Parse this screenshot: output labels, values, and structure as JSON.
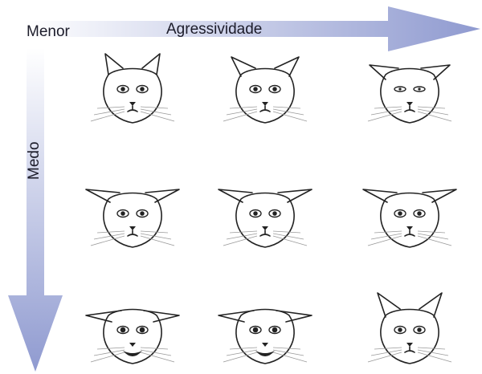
{
  "diagram": {
    "corner_label": "Menor",
    "x_axis_label": "Agressividade",
    "y_axis_label": "Medo",
    "arrow_color": "#8f9ad0",
    "grid": {
      "columns": 3,
      "rows": 3,
      "cells": [
        {
          "row": 1,
          "col": 1,
          "ears": "upright",
          "eyes": "relaxed",
          "mouth": "closed"
        },
        {
          "row": 1,
          "col": 2,
          "ears": "slightly-turned",
          "eyes": "alert",
          "mouth": "closed"
        },
        {
          "row": 1,
          "col": 3,
          "ears": "sideways",
          "eyes": "narrowed",
          "mouth": "closed"
        },
        {
          "row": 2,
          "col": 1,
          "ears": "half-flattened",
          "eyes": "wide",
          "mouth": "closed"
        },
        {
          "row": 2,
          "col": 2,
          "ears": "half-flattened",
          "eyes": "wide",
          "mouth": "closed"
        },
        {
          "row": 2,
          "col": 3,
          "ears": "half-flattened",
          "eyes": "wide",
          "mouth": "closed"
        },
        {
          "row": 3,
          "col": 1,
          "ears": "flat",
          "eyes": "dilated",
          "mouth": "hissing"
        },
        {
          "row": 3,
          "col": 2,
          "ears": "flat",
          "eyes": "dilated",
          "mouth": "hissing"
        },
        {
          "row": 3,
          "col": 3,
          "ears": "upright-back",
          "eyes": "wide",
          "mouth": "closed"
        }
      ]
    }
  }
}
